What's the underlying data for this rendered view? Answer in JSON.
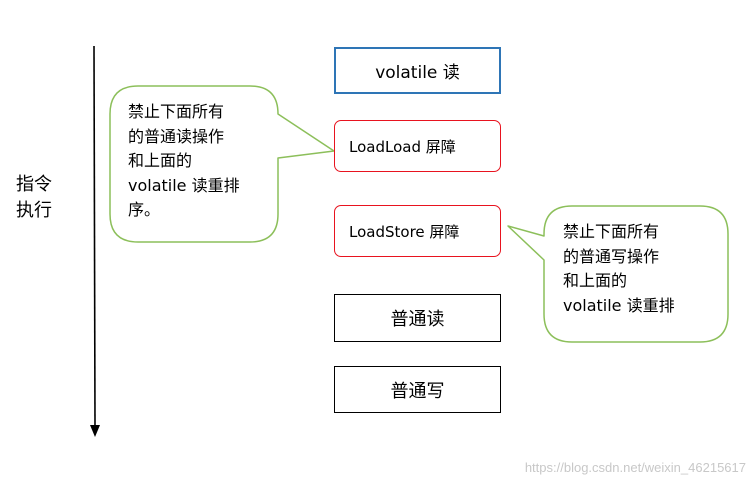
{
  "timeline": {
    "label": "指令\n执行"
  },
  "boxes": {
    "volatile_read": "volatile 读",
    "loadload": "LoadLoad 屏障",
    "loadstore": "LoadStore 屏障",
    "normal_read": "普通读",
    "normal_write": "普通写"
  },
  "callouts": {
    "left": "禁止下面所有\n的普通读操作\n和上面的\nvolatile 读重排\n序。",
    "right": "禁止下面所有\n的普通写操作\n和上面的\nvolatile 读重排"
  },
  "watermark": "https://blog.csdn.net/weixin_46215617",
  "colors": {
    "callout_border": "#8cbf5a",
    "volatile_border": "#2e75b6",
    "barrier_border": "#e8131f",
    "normal_border": "#000000"
  }
}
